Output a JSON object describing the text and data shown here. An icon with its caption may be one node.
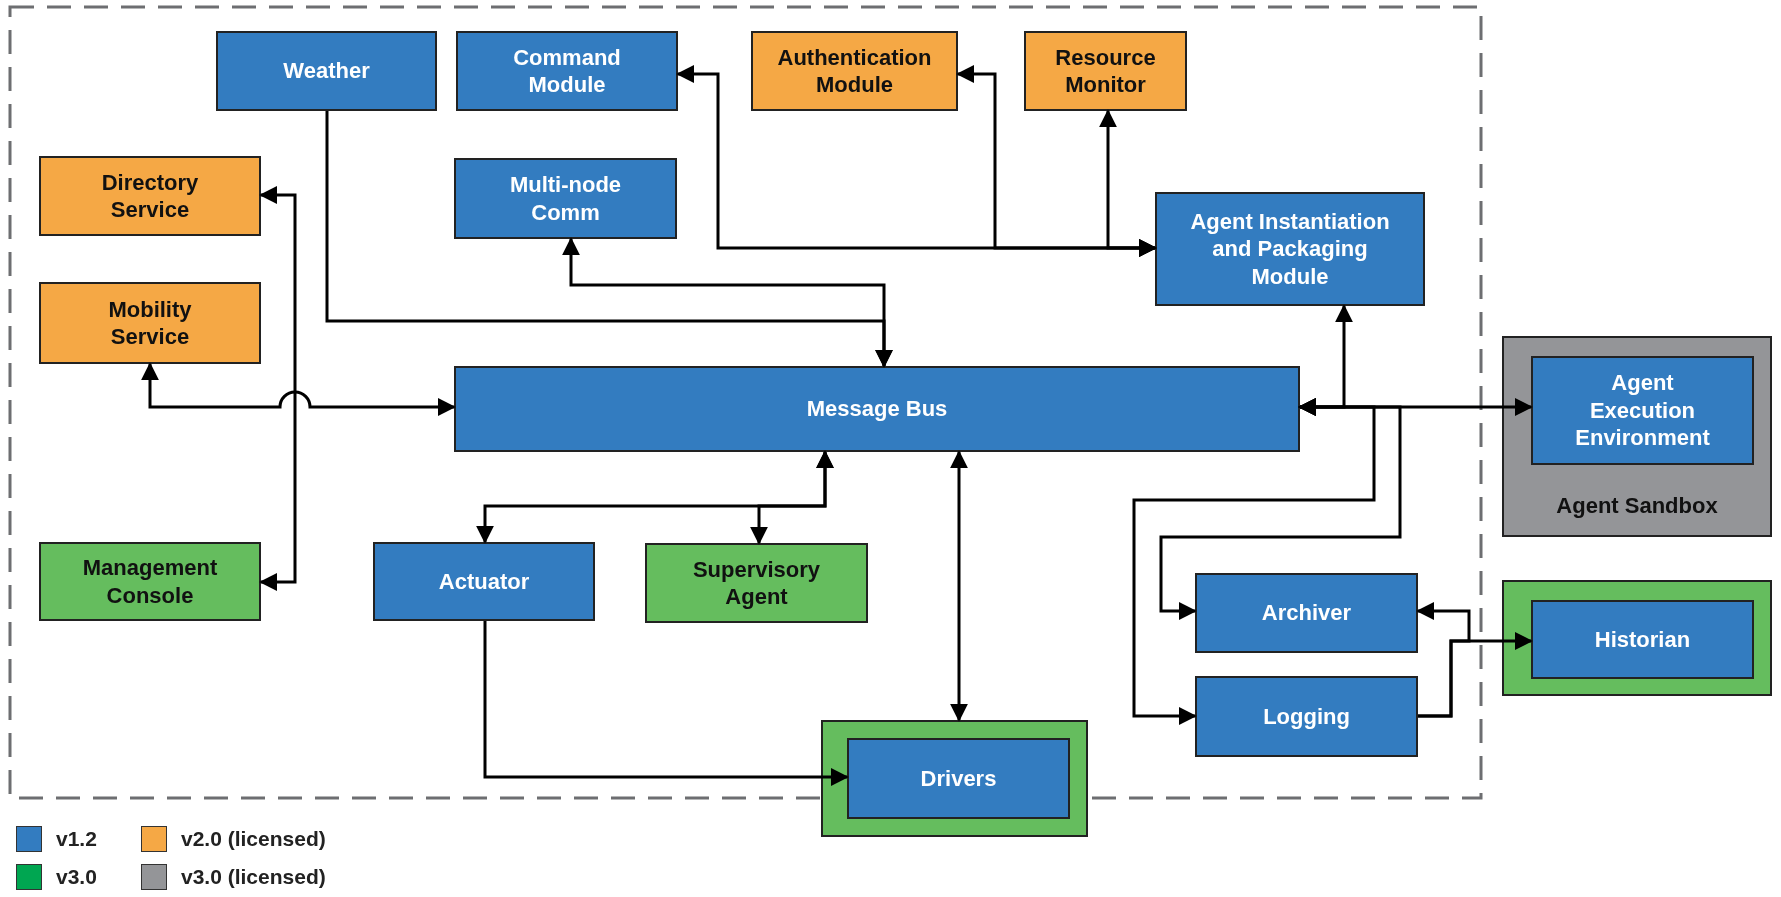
{
  "diagram": {
    "nodes": [
      {
        "text": [
          "Weather"
        ]
      },
      {
        "text": [
          "Command Module"
        ]
      },
      {
        "text": [
          "Authentication Module"
        ]
      },
      {
        "text": [
          "Resource Monitor"
        ]
      },
      {
        "text": [
          "Directory Service"
        ]
      },
      {
        "text": [
          "Multi-node Comm"
        ]
      },
      {
        "text": [
          "Agent Instantiation and Packaging Module"
        ]
      },
      {
        "text": [
          "Mobility Service"
        ]
      },
      {
        "text": [
          "Message Bus"
        ]
      },
      {
        "text": [
          "Agent Sandbox"
        ]
      },
      {
        "text": [
          "Agent Execution Environment"
        ],
        "in": 9
      },
      {
        "text": [
          "Management Console"
        ]
      },
      {
        "text": [
          "Actuator"
        ]
      },
      {
        "text": [
          "Supervisory Agent"
        ]
      },
      {
        "text": [
          "Archiver"
        ]
      },
      {
        "text": [],
        "shape": "box"
      },
      {
        "text": [
          "Historian"
        ],
        "in": 15
      },
      {
        "text": [
          "Logging"
        ]
      },
      {
        "text": [],
        "shape": "box"
      },
      {
        "text": [
          "Drivers"
        ],
        "in": 18
      }
    ],
    "edges": [
      {
        "from": 0,
        "to": 8,
        "arrow": "to"
      },
      {
        "from": 8,
        "to": 5,
        "arrow": "both"
      },
      {
        "from": 6,
        "to": 1,
        "arrow": "both"
      },
      {
        "from": 6,
        "to": 2,
        "arrow": "both"
      },
      {
        "from": 6,
        "to": 3,
        "arrow": "both"
      },
      {
        "from": 4,
        "to": 11,
        "arrow": "both"
      },
      {
        "from": 7,
        "to": 8,
        "arrow": "both"
      },
      {
        "from": 8,
        "to": 12,
        "arrow": "both"
      },
      {
        "from": 8,
        "to": 13,
        "arrow": "both"
      },
      {
        "from": 8,
        "to": 18,
        "arrow": "both"
      },
      {
        "from": 12,
        "to": 19,
        "arrow": "to"
      },
      {
        "from": 8,
        "to": 6,
        "arrow": "both"
      },
      {
        "from": 8,
        "to": 10,
        "arrow": "both"
      },
      {
        "from": 8,
        "to": 17,
        "arrow": "both"
      },
      {
        "from": 8,
        "to": 14,
        "arrow": "both"
      },
      {
        "from": 17,
        "to": 16,
        "arrow": "to"
      },
      {
        "from": 17,
        "to": 14,
        "arrow": "to"
      }
    ],
    "legend": [
      {
        "text": "v1.2",
        "color": "#337cc0"
      },
      {
        "text": "v2.0 (licensed)",
        "color": "#f5a845"
      },
      {
        "text": "v3.0",
        "color": "#00a651"
      },
      {
        "text": "v3.0 (licensed)",
        "color": "#949598"
      }
    ]
  }
}
